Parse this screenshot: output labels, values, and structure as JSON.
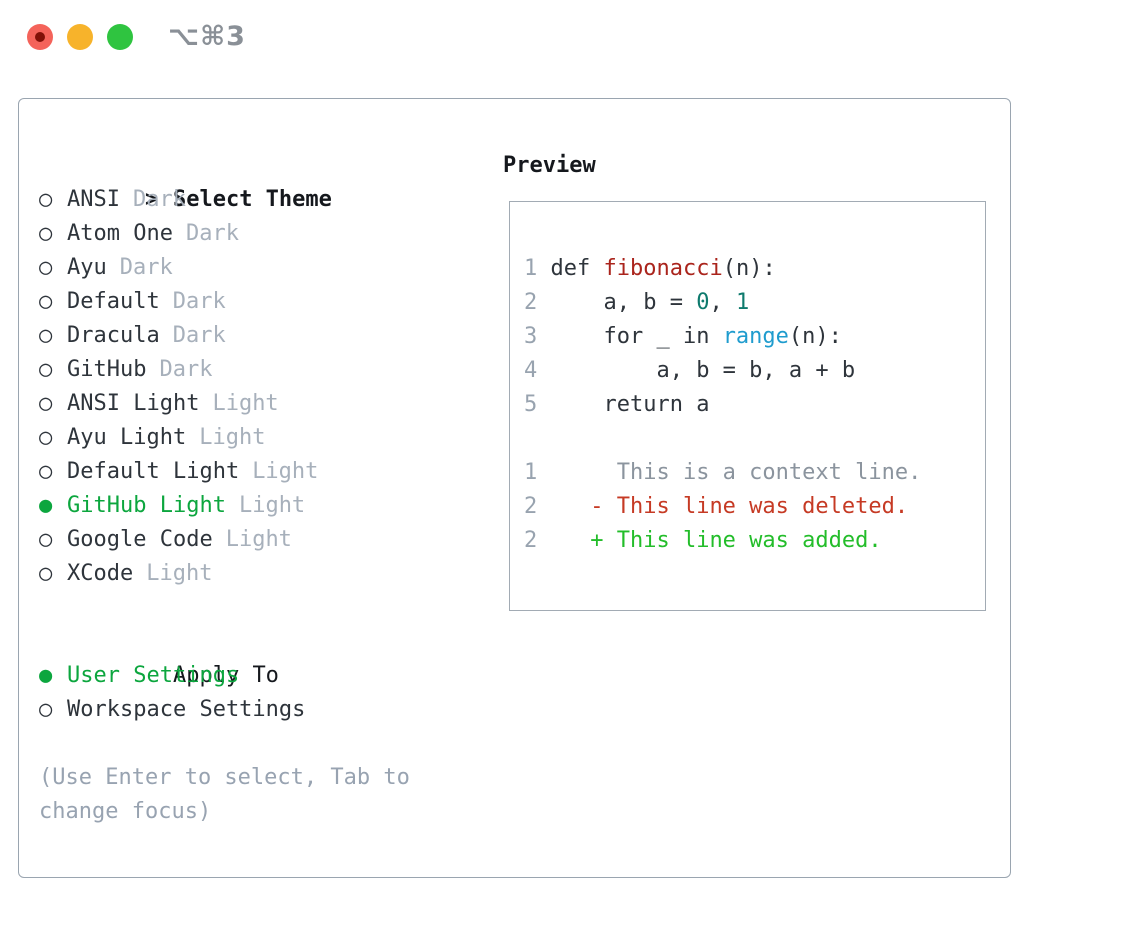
{
  "window": {
    "title_shortcut": "⌥⌘3"
  },
  "titlebar": {
    "buttons": [
      "close",
      "minimize",
      "zoom"
    ]
  },
  "theme_panel": {
    "header": {
      "marker": ">",
      "label": "Select Theme"
    },
    "unselected_marker": "○",
    "selected_marker": "●",
    "themes": [
      {
        "name": "ANSI",
        "variant": "Dark",
        "selected": false
      },
      {
        "name": "Atom One",
        "variant": "Dark",
        "selected": false
      },
      {
        "name": "Ayu",
        "variant": "Dark",
        "selected": false
      },
      {
        "name": "Default",
        "variant": "Dark",
        "selected": false
      },
      {
        "name": "Dracula",
        "variant": "Dark",
        "selected": false
      },
      {
        "name": "GitHub",
        "variant": "Dark",
        "selected": false
      },
      {
        "name": "ANSI Light",
        "variant": "Light",
        "selected": false
      },
      {
        "name": "Ayu Light",
        "variant": "Light",
        "selected": false
      },
      {
        "name": "Default Light",
        "variant": "Light",
        "selected": false
      },
      {
        "name": "GitHub Light",
        "variant": "Light",
        "selected": true
      },
      {
        "name": "Google Code",
        "variant": "Light",
        "selected": false
      },
      {
        "name": "XCode",
        "variant": "Light",
        "selected": false
      }
    ],
    "apply_to": {
      "label": "Apply To",
      "options": [
        {
          "name": "User Settings",
          "selected": true
        },
        {
          "name": "Workspace Settings",
          "selected": false
        }
      ]
    },
    "hint": "(Use Enter to select, Tab to change focus)"
  },
  "preview": {
    "label": "Preview",
    "lines": [
      [
        [
          "lineno",
          "1"
        ],
        [
          "plain",
          " def "
        ],
        [
          "function",
          "fibonacci"
        ],
        [
          "plain",
          "(n):"
        ]
      ],
      [
        [
          "lineno",
          "2"
        ],
        [
          "plain",
          "     a, b = "
        ],
        [
          "number",
          "0"
        ],
        [
          "plain",
          ", "
        ],
        [
          "number",
          "1"
        ]
      ],
      [
        [
          "lineno",
          "3"
        ],
        [
          "plain",
          "     for _ in "
        ],
        [
          "builtin",
          "range"
        ],
        [
          "plain",
          "(n):"
        ]
      ],
      [
        [
          "lineno",
          "4"
        ],
        [
          "plain",
          "         a, b = b, a + b"
        ]
      ],
      [
        [
          "lineno",
          "5"
        ],
        [
          "plain",
          "     return a"
        ]
      ],
      [],
      [
        [
          "lineno",
          "1"
        ],
        [
          "context",
          "      This is a context line."
        ]
      ],
      [
        [
          "lineno",
          "2"
        ],
        [
          "plain",
          "    "
        ],
        [
          "deleted",
          "- This line was deleted."
        ]
      ],
      [
        [
          "lineno",
          "2"
        ],
        [
          "plain",
          "    "
        ],
        [
          "added",
          "+ This line was added."
        ]
      ]
    ]
  },
  "colors": {
    "text_dark": "#2e343b",
    "header_dark": "#15181d",
    "variant_gray": "#a7b0bb",
    "hint_gray": "#98a3b1",
    "select_green": "#0ca63e",
    "lineno_gray": "#98a3af",
    "func_red": "#aa241c",
    "number_teal": "#0e7a6d",
    "builtin_blue": "#1f9cce",
    "diff_del": "#c63a24",
    "diff_add": "#23bd2a",
    "context_gray": "#8b949e",
    "panel_border": "#9aa5b0",
    "preview_border": "#a2abb4",
    "title_gray": "#8a9097",
    "light_red": "#f4635a",
    "light_red_dot": "#811007",
    "light_yellow": "#f7b32b",
    "light_green": "#2fc440"
  }
}
